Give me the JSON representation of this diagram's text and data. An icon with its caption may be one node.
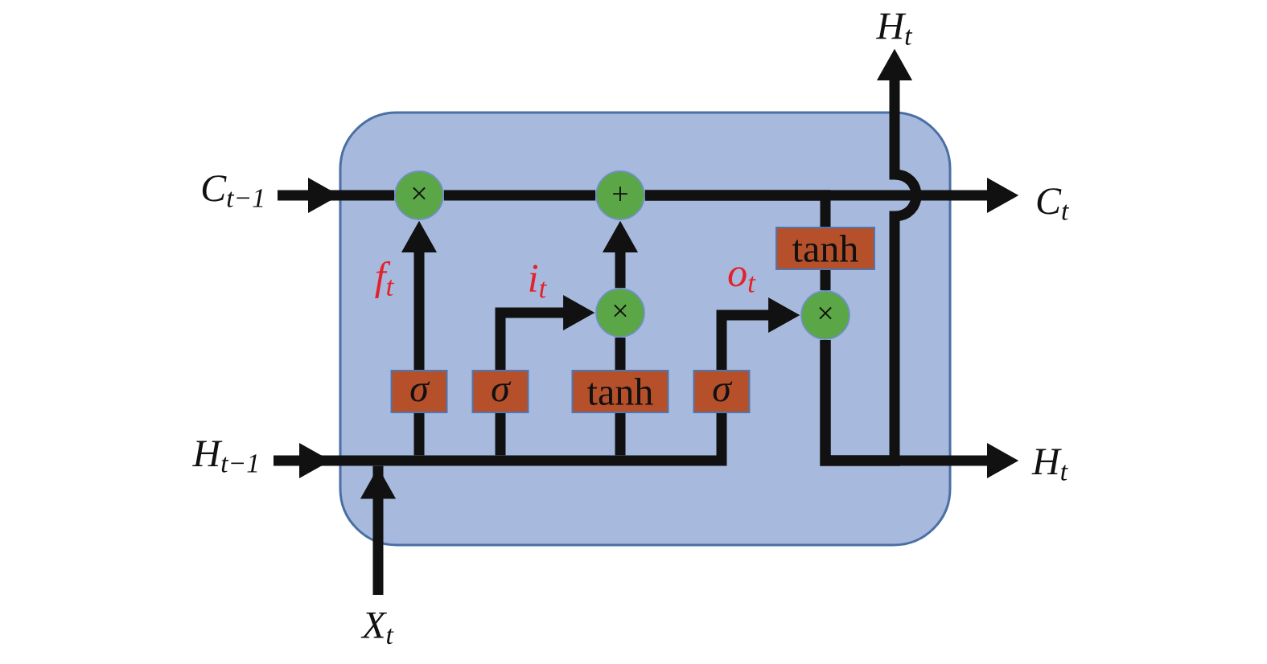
{
  "diagram": {
    "nodes": [
      {
        "text": [],
        "shape": "box"
      },
      {
        "text": [
          "H$_{t}$"
        ]
      },
      {
        "text": [
          "C$_{t−1}$"
        ]
      },
      {
        "text": [
          "×"
        ],
        "in": 0
      },
      {
        "text": [
          "+"
        ],
        "in": 0
      },
      {
        "text": [
          "C$_{t}$"
        ]
      },
      {
        "text": [
          "tanh"
        ],
        "in": 0
      },
      {
        "text": [
          "×"
        ],
        "in": 0
      },
      {
        "text": [
          "×"
        ],
        "in": 0
      },
      {
        "text": [
          "σ"
        ],
        "in": 0
      },
      {
        "text": [
          "σ"
        ],
        "in": 0
      },
      {
        "text": [
          "tanh"
        ],
        "in": 0
      },
      {
        "text": [
          "σ"
        ],
        "in": 0
      },
      {
        "text": [
          "H$_{t−1}$"
        ]
      },
      {
        "text": [
          "H$_{t}$"
        ]
      },
      {
        "text": [
          "X$_{t}$"
        ]
      }
    ],
    "edges": [
      {
        "from": 2,
        "to": 3,
        "arrow": "to"
      },
      {
        "from": 3,
        "to": 4,
        "arrow": "none"
      },
      {
        "from": 4,
        "to": 5,
        "arrow": "to"
      },
      {
        "from": 4,
        "to": 6,
        "arrow": "none"
      },
      {
        "from": 6,
        "to": 8,
        "arrow": "none"
      },
      {
        "from": 9,
        "to": 3,
        "arrow": "to",
        "label": "f$_{t}$"
      },
      {
        "from": 10,
        "to": 7,
        "arrow": "to",
        "label": "i$_{t}$"
      },
      {
        "from": 11,
        "to": 7,
        "arrow": "none"
      },
      {
        "from": 7,
        "to": 4,
        "arrow": "to"
      },
      {
        "from": 12,
        "to": 8,
        "arrow": "to",
        "label": "o$_{t}$"
      },
      {
        "from": 8,
        "to": 14,
        "arrow": "to"
      },
      {
        "from": 8,
        "to": 1,
        "arrow": "to"
      },
      {
        "from": 13,
        "to": 9,
        "arrow": "to"
      },
      {
        "from": 13,
        "to": 10,
        "arrow": "to"
      },
      {
        "from": 13,
        "to": 11,
        "arrow": "to"
      },
      {
        "from": 13,
        "to": 12,
        "arrow": "to"
      },
      {
        "from": 15,
        "to": 9,
        "arrow": "to"
      },
      {
        "from": 15,
        "to": 10,
        "arrow": "to"
      },
      {
        "from": 15,
        "to": 11,
        "arrow": "to"
      },
      {
        "from": 15,
        "to": 12,
        "arrow": "to"
      }
    ]
  }
}
